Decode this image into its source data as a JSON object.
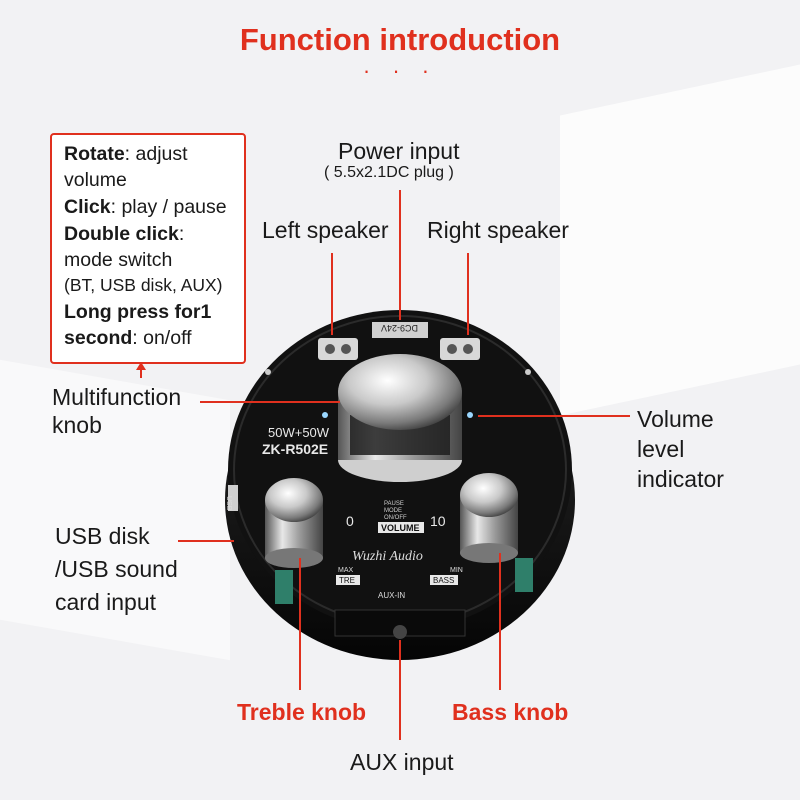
{
  "title": "Function introduction",
  "dots": "· · ·",
  "colors": {
    "accent": "#e0301e",
    "board": "#111111"
  },
  "box": {
    "lines": [
      {
        "key": "Rotate",
        "text": ": adjust"
      },
      {
        "key": "",
        "text": "volume"
      },
      {
        "key": "Click",
        "text": ": play / pause"
      },
      {
        "key": "Double click",
        "text": ":"
      },
      {
        "key": "",
        "text": "mode switch"
      },
      {
        "key": "",
        "text": "(BT, USB disk, AUX)"
      },
      {
        "key": "Long press for1",
        "text": ""
      },
      {
        "key": "second",
        "text": ": on/off"
      }
    ]
  },
  "labels": {
    "power_input": "Power input",
    "power_plug": "( 5.5x2.1DC plug )",
    "left_speaker": "Left speaker",
    "right_speaker": "Right speaker",
    "multifunction_1": "Multifunction",
    "multifunction_2": "knob",
    "volume_1": "Volume",
    "volume_2": "level",
    "volume_3": "indicator",
    "usb_1": "USB disk",
    "usb_2": "/USB sound",
    "usb_3": "card input",
    "treble": "Treble knob",
    "bass": "Bass knob",
    "aux": "AUX input"
  },
  "board": {
    "model": "ZK-R502E",
    "power": "50W+50W",
    "dc": "DC9-24V",
    "vol_min": "0",
    "vol_max": "10",
    "volume": "VOLUME",
    "pause": "PAUSE",
    "mode": "MODE",
    "onoff": "ON/OFF",
    "brand": "Wuzhi Audio",
    "tre": "TRE",
    "bass": "BASS",
    "max": "MAX",
    "min": "MIN",
    "aux_in": "AUX-IN",
    "usb": "USB"
  }
}
